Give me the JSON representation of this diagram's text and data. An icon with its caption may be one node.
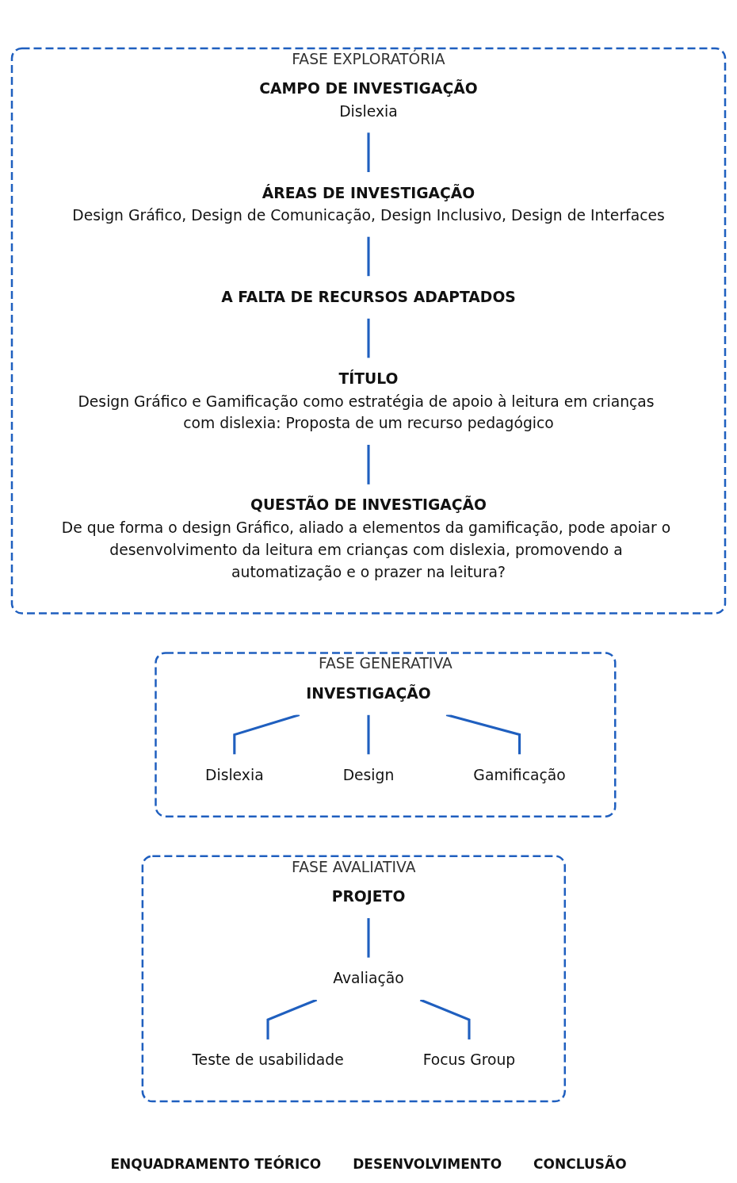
{
  "diagram": {
    "nodes": [
      {
        "text": [
          "FASE EXPLORATÓRIA"
        ]
      },
      {
        "text": [
          "CAMPO DE INVESTIGAÇÃO",
          "Dislexia"
        ],
        "in": 0
      },
      {
        "text": [
          "ÁREAS DE INVESTIGAÇÃO",
          "Design Gráfico, Design de Comunicação, Design Inclusivo, Design de Interfaces"
        ],
        "in": 0
      },
      {
        "text": [
          "A FALTA DE RECURSOS ADAPTADOS"
        ],
        "in": 0
      },
      {
        "text": [
          "TÍTULO",
          "Design Gráfico e Gamificação como estratégia de apoio à leitura em crianças com dislexia: Proposta de um recurso pedagógico"
        ],
        "in": 0
      },
      {
        "text": [
          "QUESTÃO DE INVESTIGAÇÃO",
          "De que forma o design Gráfico, aliado a elementos da gamificação, pode apoiar o desenvolvimento da leitura em crianças com dislexia, promovendo a automatização e o prazer na leitura?"
        ],
        "in": 0
      },
      {
        "text": [
          "FASE GENERATIVA"
        ]
      },
      {
        "text": [
          "INVESTIGAÇÃO"
        ],
        "in": 6
      },
      {
        "text": [
          "Dislexia"
        ],
        "in": 6
      },
      {
        "text": [
          "Design"
        ],
        "in": 6
      },
      {
        "text": [
          "Gamificação"
        ],
        "in": 6
      },
      {
        "text": [
          "FASE AVALIATIVA"
        ]
      },
      {
        "text": [
          "PROJETO"
        ],
        "in": 11
      },
      {
        "text": [
          "Avaliação"
        ],
        "in": 11
      },
      {
        "text": [
          "Teste de usabilidade"
        ],
        "in": 11
      },
      {
        "text": [
          "Focus Group"
        ],
        "in": 11
      }
    ],
    "edges": [
      {
        "from": 1,
        "to": 2,
        "arrow": "none"
      },
      {
        "from": 2,
        "to": 3,
        "arrow": "none"
      },
      {
        "from": 3,
        "to": 4,
        "arrow": "none"
      },
      {
        "from": 4,
        "to": 5,
        "arrow": "none"
      },
      {
        "from": 7,
        "to": 8,
        "arrow": "none"
      },
      {
        "from": 7,
        "to": 9,
        "arrow": "none"
      },
      {
        "from": 7,
        "to": 10,
        "arrow": "none"
      },
      {
        "from": 12,
        "to": 13,
        "arrow": "none"
      },
      {
        "from": 13,
        "to": 14,
        "arrow": "none"
      },
      {
        "from": 13,
        "to": 15,
        "arrow": "none"
      }
    ],
    "labels": [
      "ENQUADRAMENTO TEÓRICO",
      "DESENVOLVIMENTO",
      "CONCLUSÃO"
    ]
  }
}
